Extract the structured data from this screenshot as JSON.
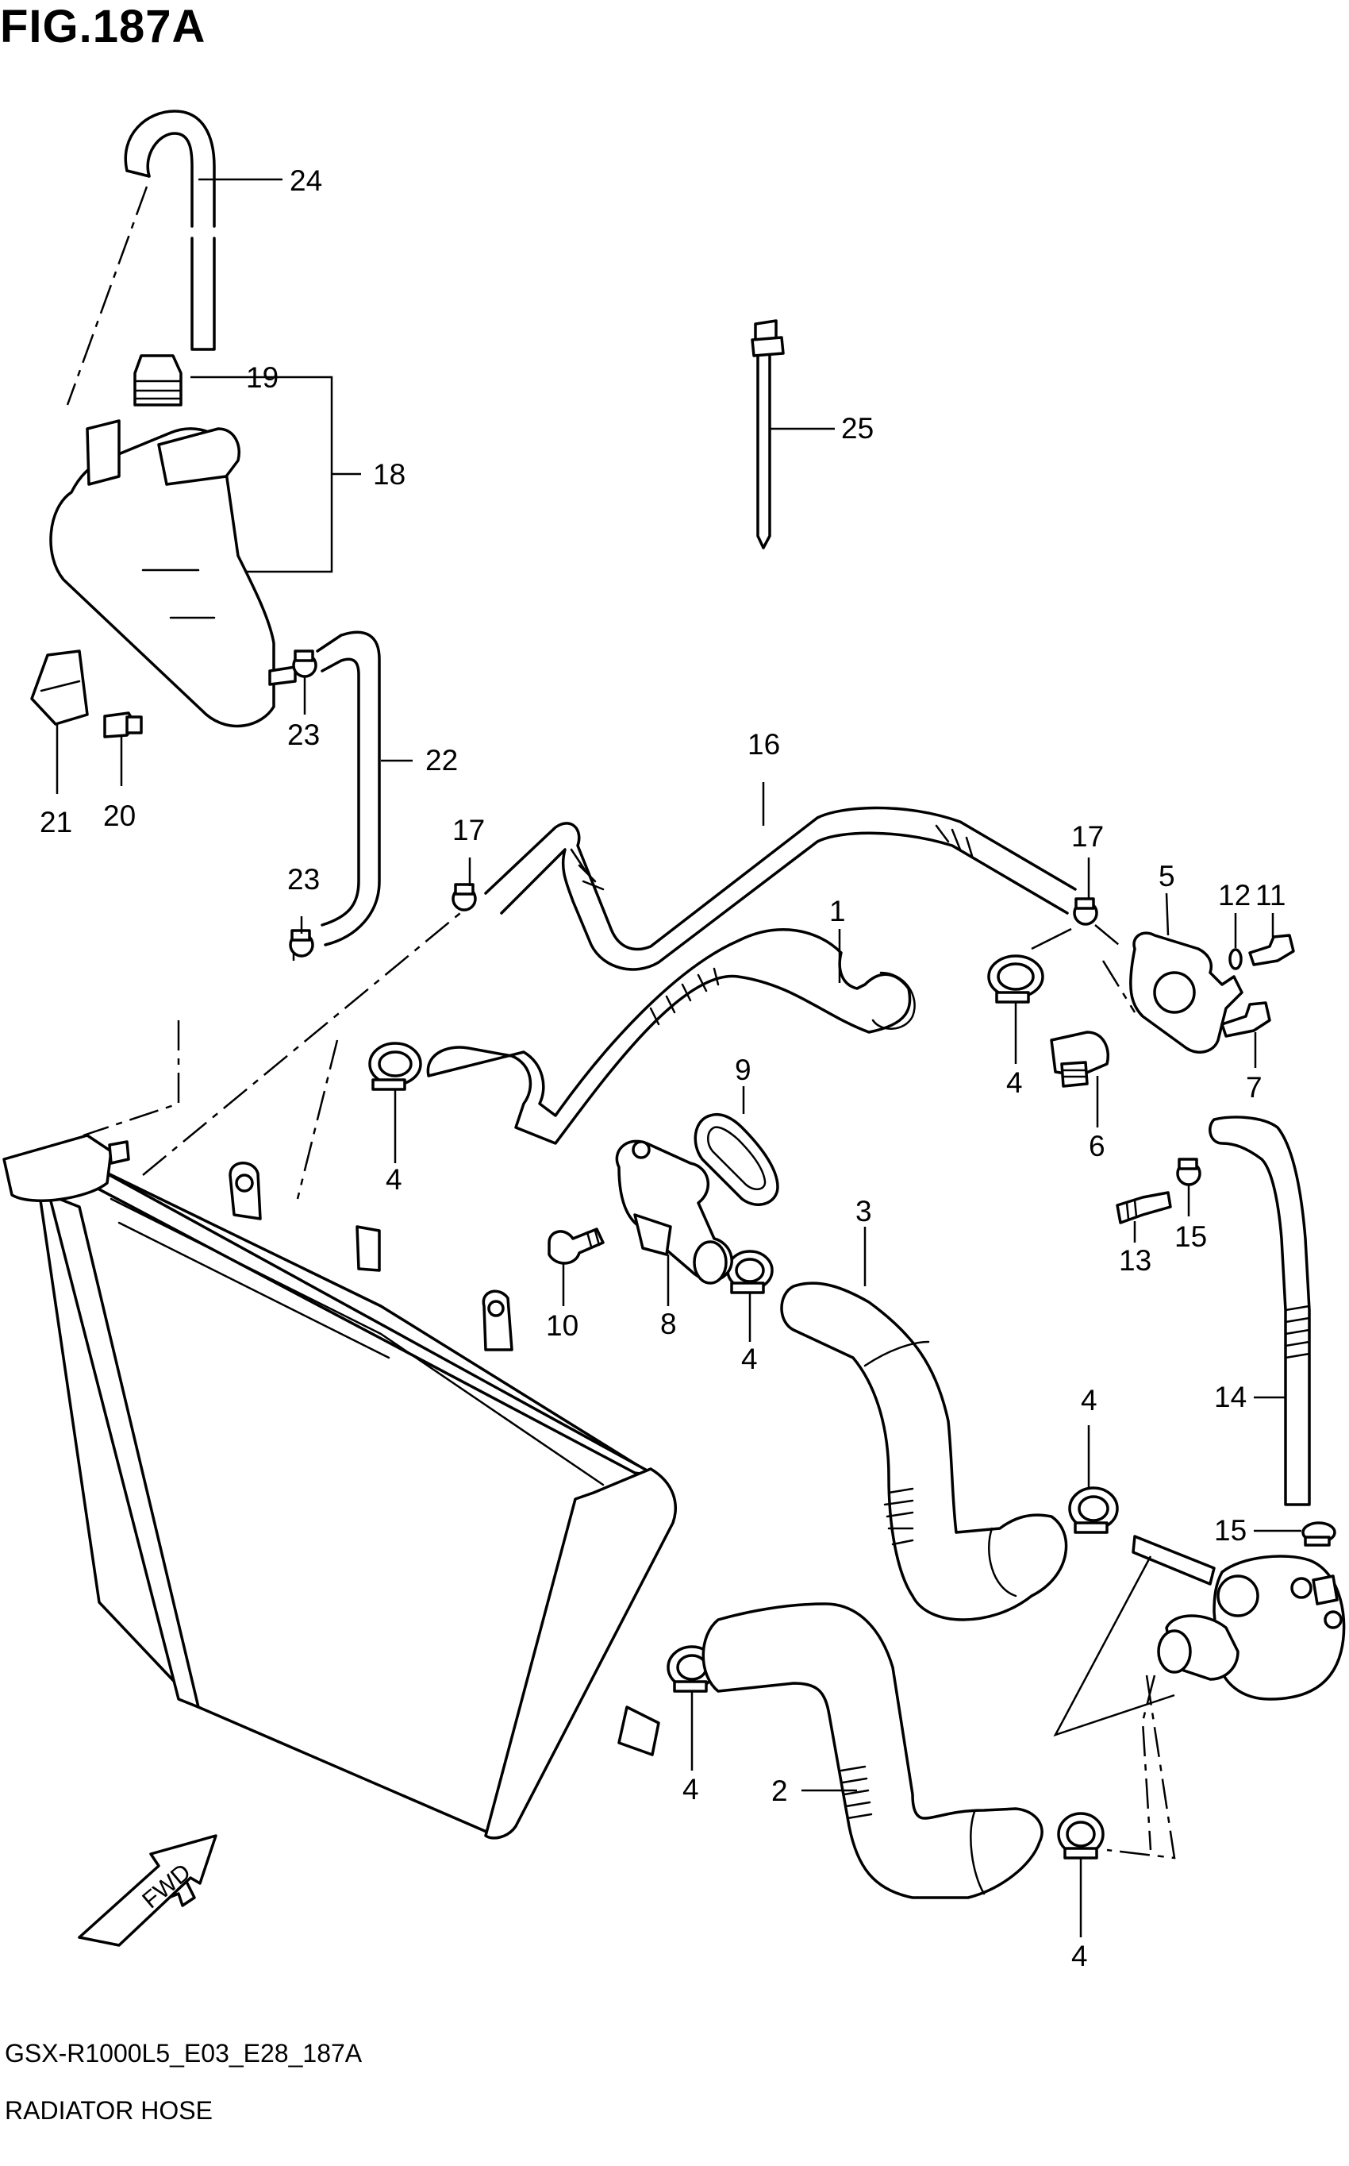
{
  "figure": {
    "title": "FIG.187A",
    "code": "GSX-R1000L5_E03_E28_187A",
    "caption": "RADIATOR HOSE",
    "fwd_label": "FWD"
  },
  "callouts": {
    "c1": "1",
    "c2": "2",
    "c3": "3",
    "c4a": "4",
    "c4b": "4",
    "c4c": "4",
    "c4d": "4",
    "c4e": "4",
    "c4f": "4",
    "c5": "5",
    "c6": "6",
    "c7": "7",
    "c8": "8",
    "c9": "9",
    "c10": "10",
    "c11": "11",
    "c12": "12",
    "c13": "13",
    "c14": "14",
    "c15a": "15",
    "c15b": "15",
    "c16": "16",
    "c17a": "17",
    "c17b": "17",
    "c18": "18",
    "c19": "19",
    "c20": "20",
    "c21": "21",
    "c22": "22",
    "c23a": "23",
    "c23b": "23",
    "c24": "24",
    "c25": "25"
  }
}
